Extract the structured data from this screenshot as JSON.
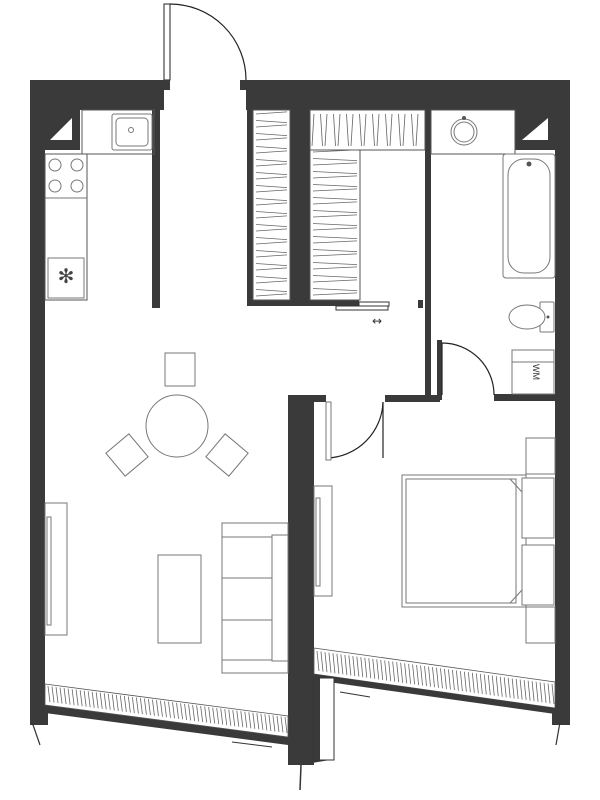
{
  "plan": {
    "rooms": [
      {
        "id": "kitchen-living",
        "name": ""
      },
      {
        "id": "hallway",
        "name": ""
      },
      {
        "id": "wardrobe",
        "name": ""
      },
      {
        "id": "bathroom",
        "name": ""
      },
      {
        "id": "bedroom",
        "name": ""
      }
    ],
    "appliance_labels": {
      "washing_machine": "WM"
    },
    "colors": {
      "wall": "#3a3a3a",
      "line": "#555555",
      "background": "#ffffff"
    },
    "icons": {
      "sliding_arrow": "↔",
      "fan": "✻"
    }
  }
}
